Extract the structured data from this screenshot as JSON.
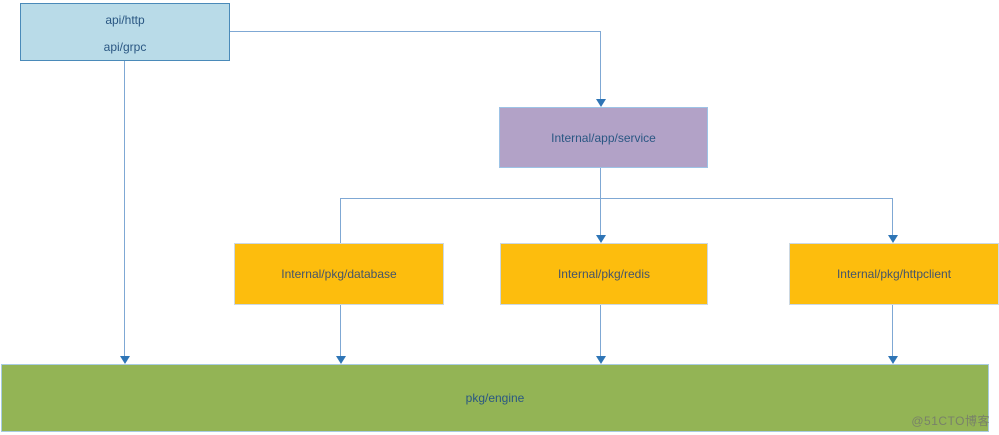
{
  "diagram": {
    "nodes": {
      "api": {
        "line1": "api/http",
        "line2": "api/grpc"
      },
      "service": {
        "label": "Internal/app/service"
      },
      "database": {
        "label": "Internal/pkg/database"
      },
      "redis": {
        "label": "Internal/pkg/redis"
      },
      "httpclient": {
        "label": "Internal/pkg/httpclient"
      },
      "engine": {
        "label": "pkg/engine"
      }
    },
    "edges": [
      {
        "from": "api",
        "to": "service"
      },
      {
        "from": "api",
        "to": "engine"
      },
      {
        "from": "service",
        "to": "database"
      },
      {
        "from": "service",
        "to": "redis"
      },
      {
        "from": "service",
        "to": "httpclient"
      },
      {
        "from": "database",
        "to": "engine"
      },
      {
        "from": "redis",
        "to": "engine"
      },
      {
        "from": "httpclient",
        "to": "engine"
      }
    ]
  },
  "colors": {
    "api-fill": "#b9dbe8",
    "api-border": "#4a8ab9",
    "service-fill": "#b2a2c7",
    "service-border": "#9dc3e6",
    "module-fill": "#fdbd0d",
    "module-border": "#ccd8e2",
    "engine-fill": "#93b455",
    "engine-border": "#a9cce1",
    "line": "#7fa8d4",
    "arrow": "#2e75b6",
    "text-api": "#2a5783",
    "text-module": "#44546a",
    "watermark": "#707070"
  },
  "watermark": {
    "label": "@51CTO博客"
  }
}
